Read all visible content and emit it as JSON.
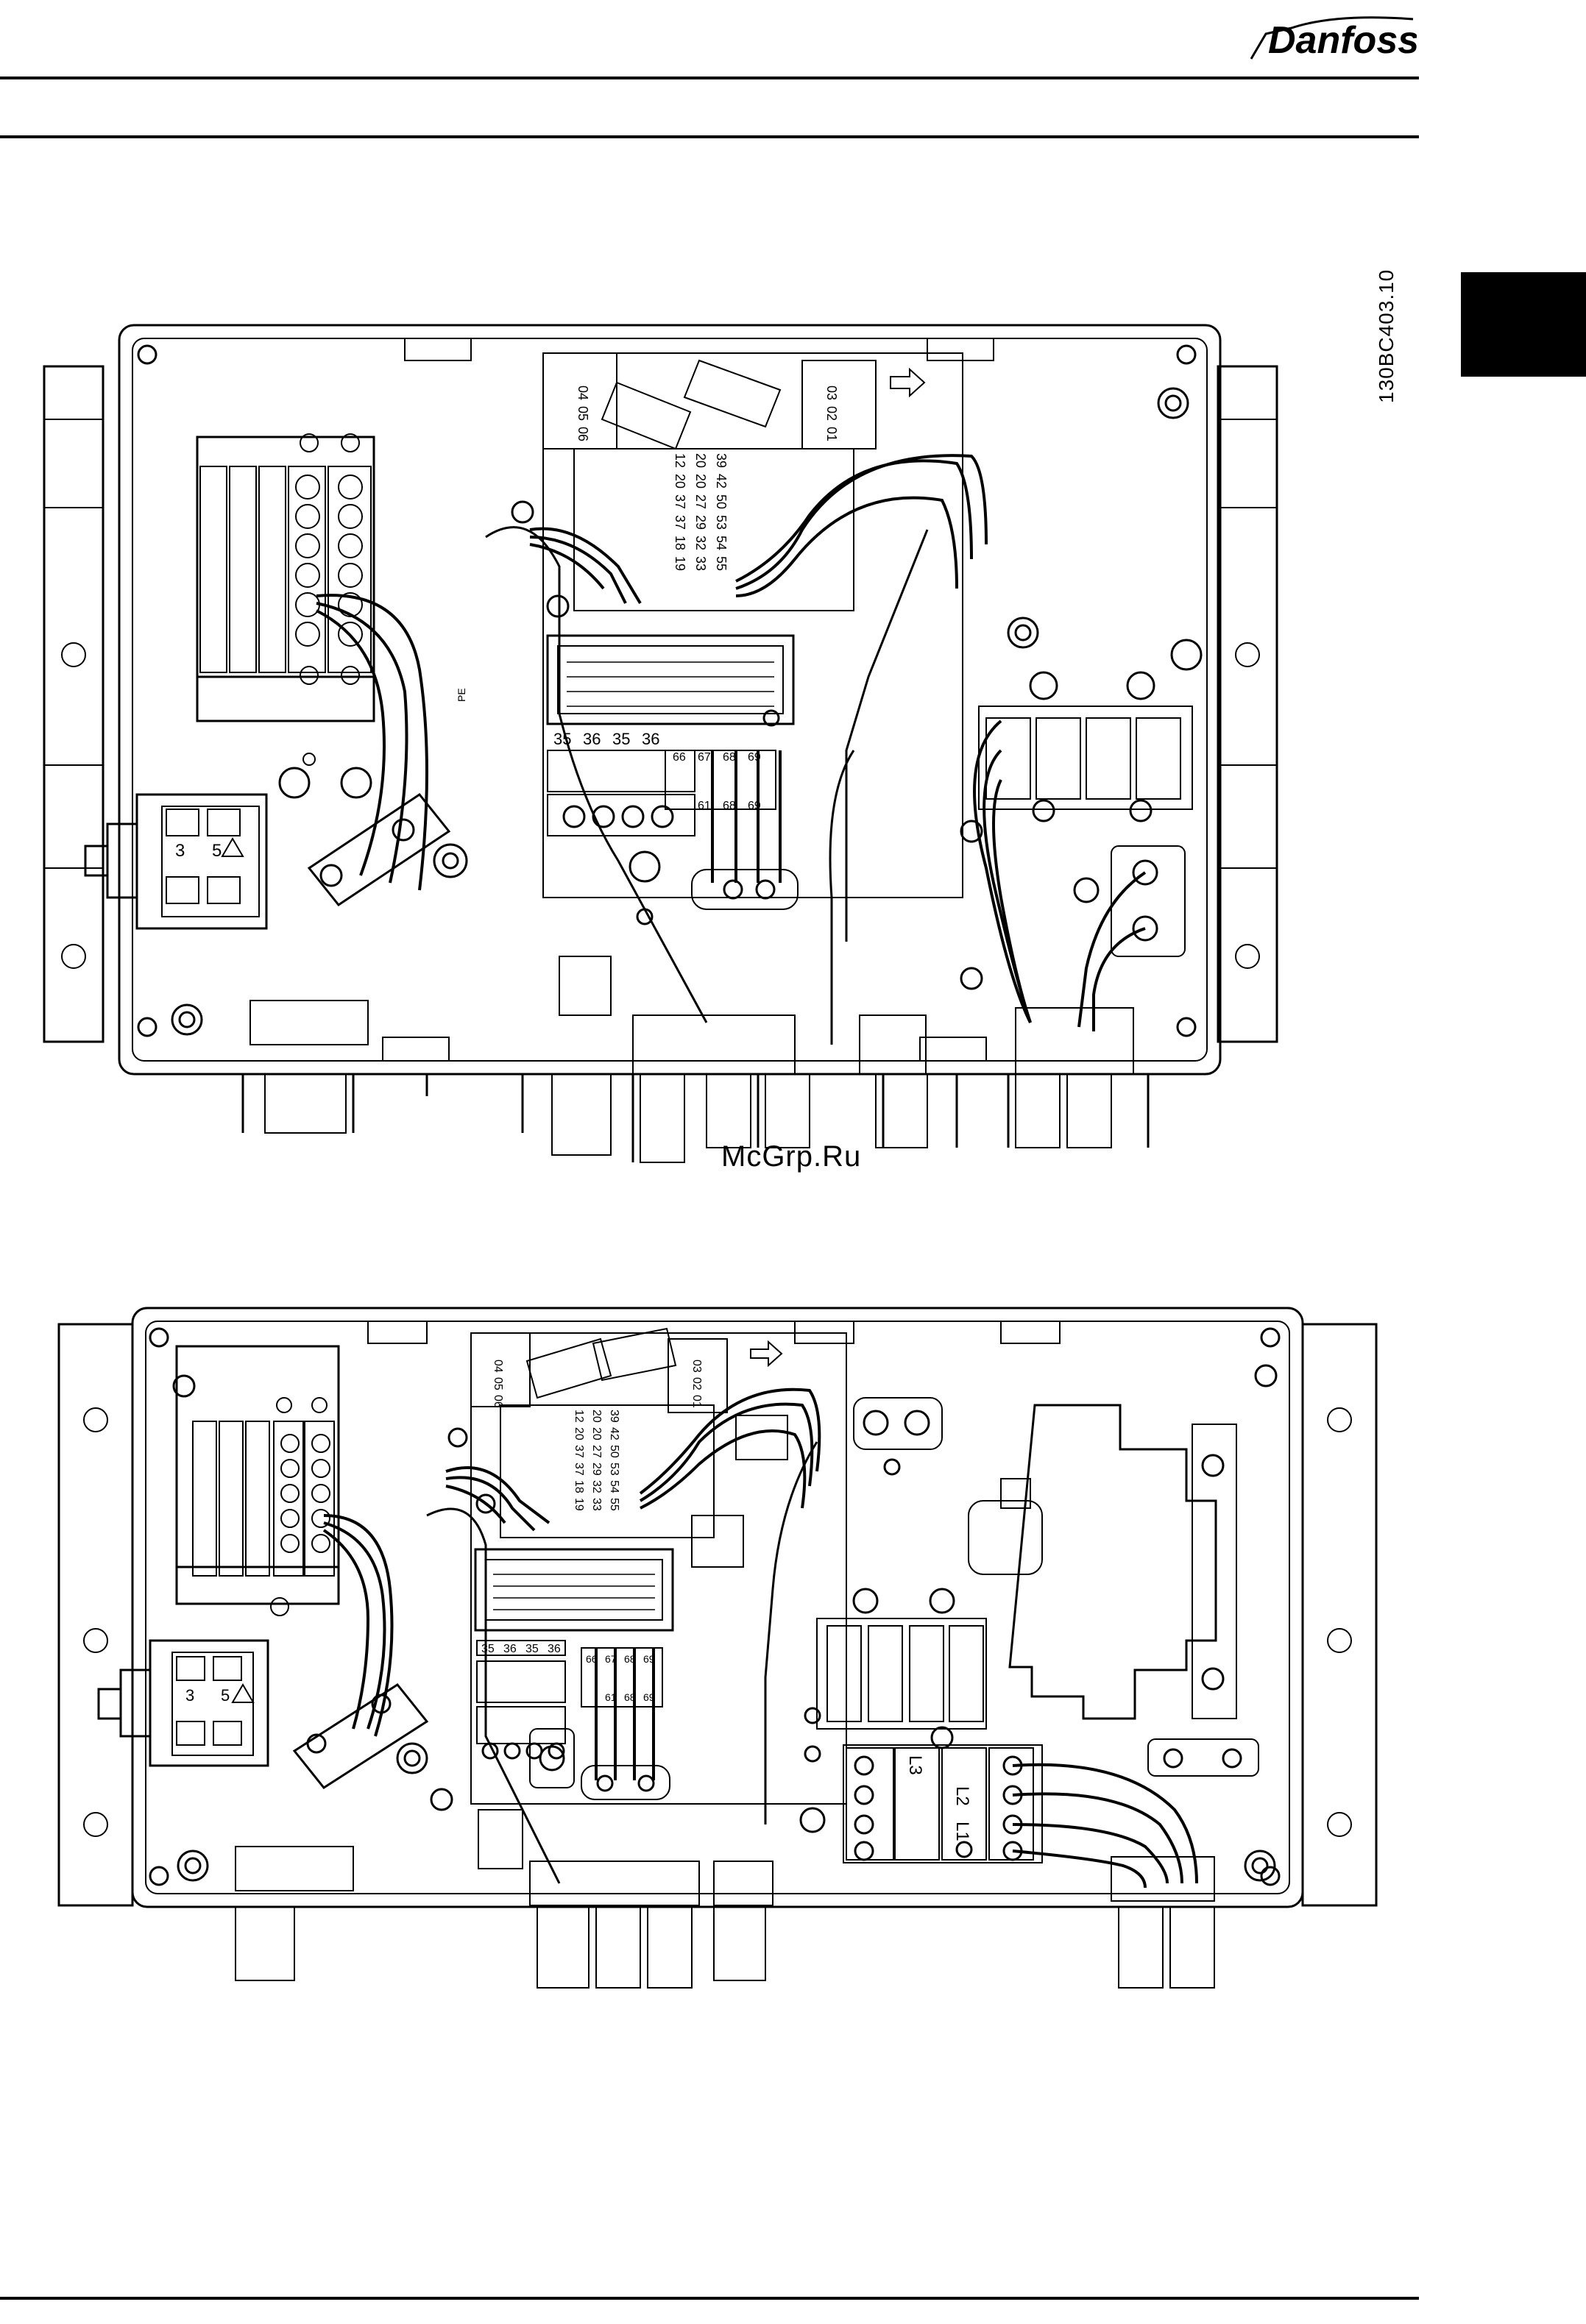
{
  "header": {
    "brand": "Danfoss"
  },
  "figure": {
    "id": "130BC403.10"
  },
  "watermark": {
    "text": "McGrp.Ru"
  },
  "drawing_1": {
    "numbering_labels": [
      "04",
      "05",
      "06",
      "03",
      "02",
      "01"
    ],
    "control_terminals": [
      "12",
      "20",
      "37",
      "37",
      "18",
      "19",
      "20",
      "20",
      "27",
      "29",
      "32",
      "33",
      "39",
      "42",
      "50",
      "53",
      "54",
      "55"
    ],
    "relay_terminal_numbers": [
      "35",
      "36",
      "35",
      "36"
    ],
    "switch_numbers": [
      "3",
      "5"
    ],
    "analog_terminals": [
      "66",
      "67",
      "68",
      "69",
      "61",
      "68",
      "69"
    ],
    "side_label": "PE"
  },
  "drawing_2": {
    "numbering_labels": [
      "04",
      "05",
      "06",
      "03",
      "02",
      "01"
    ],
    "control_terminals": [
      "12",
      "20",
      "37",
      "37",
      "18",
      "19",
      "20",
      "20",
      "27",
      "29",
      "32",
      "33",
      "39",
      "42",
      "50",
      "53",
      "54",
      "55"
    ],
    "relay_terminal_numbers": [
      "35",
      "36",
      "35",
      "36"
    ],
    "switch_numbers": [
      "3",
      "5"
    ],
    "analog_terminals": [
      "66",
      "67",
      "68",
      "69",
      "61",
      "68",
      "69"
    ],
    "mains_terminals": [
      "L3",
      "L2",
      "L1"
    ]
  }
}
